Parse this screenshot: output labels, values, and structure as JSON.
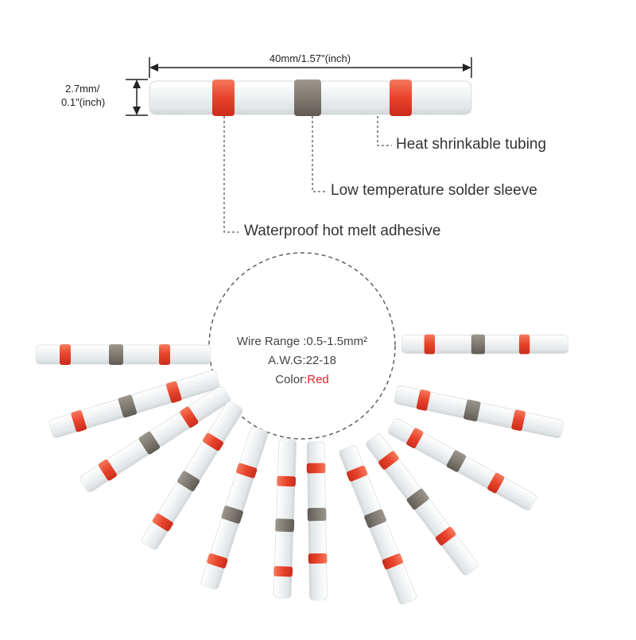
{
  "dimensions": {
    "length_label": "40mm/1.57\"(inch)",
    "diameter_line1": "2.7mm/",
    "diameter_line2": "0.1\"(inch)"
  },
  "callouts": {
    "tubing": "Heat shrinkable tubing",
    "solder": "Low temperature solder sleeve",
    "adhesive": "Waterproof hot melt adhesive"
  },
  "specs": {
    "wire_range": "Wire Range :0.5-1.5mm²",
    "awg": "A.W.G:22-18",
    "color_prefix": "Color:",
    "color_value": "Red"
  },
  "colors": {
    "band_red": "#e8432b",
    "solder_gray": "#7f7a72",
    "tube_white": "#f1f3f4",
    "accent_red_text": "#e0262b"
  }
}
